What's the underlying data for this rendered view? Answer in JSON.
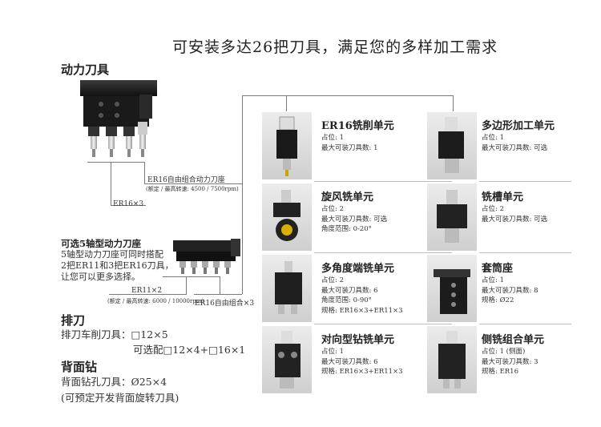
{
  "title": "可安装多达26把刀具，满足您的多样加工需求",
  "power_tools": {
    "heading": "动力刀具",
    "er16_free": "ER16自由组合动力刀座",
    "er16_speed": "(额定 / 最高转速: 4500 / 7500rpm)",
    "er16x3": "ER16×3"
  },
  "five_axis": {
    "heading": "可选5轴型动力刀座",
    "desc": [
      "5轴型动力刀座可同时搭配",
      "2把ER11和3把ER16刀具，",
      "让您可以更多选择。"
    ],
    "er11x2": "ER11×2",
    "speed": "(额定 / 最高转速: 6000 / 10000rpm)",
    "er16_free_x3": "ER16自由组合×3"
  },
  "turning": {
    "heading": "排刀",
    "line1": "排刀车削刀具：□12×5",
    "line2": "可选配□12×4+□16×1"
  },
  "back_drill": {
    "heading": "背面钻",
    "line1": "背面钻孔刀具：Ø25×4",
    "line2": "(可预定开发背面旋转刀具)"
  },
  "units_left": [
    {
      "name": "ER16铣削单元",
      "lines": [
        "占位: 1",
        "最大可装刀具数: 1"
      ]
    },
    {
      "name": "旋风铣单元",
      "lines": [
        "占位: 2",
        "最大可装刀具数: 可选",
        "角度范围: 0-20°"
      ]
    },
    {
      "name": "多角度端铣单元",
      "lines": [
        "占位: 2",
        "最大可装刀具数: 6",
        "角度范围: 0-90°",
        "规格: ER16×3+ER11×3"
      ]
    },
    {
      "name": "对向型钻铣单元",
      "lines": [
        "占位: 1",
        "最大可装刀具数: 6",
        "规格: ER16×3+ER11×3"
      ]
    }
  ],
  "units_right": [
    {
      "name": "多边形加工单元",
      "lines": [
        "占位: 1",
        "最大可装刀具数: 可选"
      ]
    },
    {
      "name": "铣槽单元",
      "lines": [
        "占位: 2",
        "最大可装刀具数: 可选"
      ]
    },
    {
      "name": "套筒座",
      "lines": [
        "占位: 1",
        "最大可装刀具数: 8",
        "规格: Ø22"
      ]
    },
    {
      "name": "侧铣组合单元",
      "lines": [
        "占位: 1 (侧面)",
        "最大可装刀具数: 3",
        "规格: ER16"
      ]
    }
  ]
}
